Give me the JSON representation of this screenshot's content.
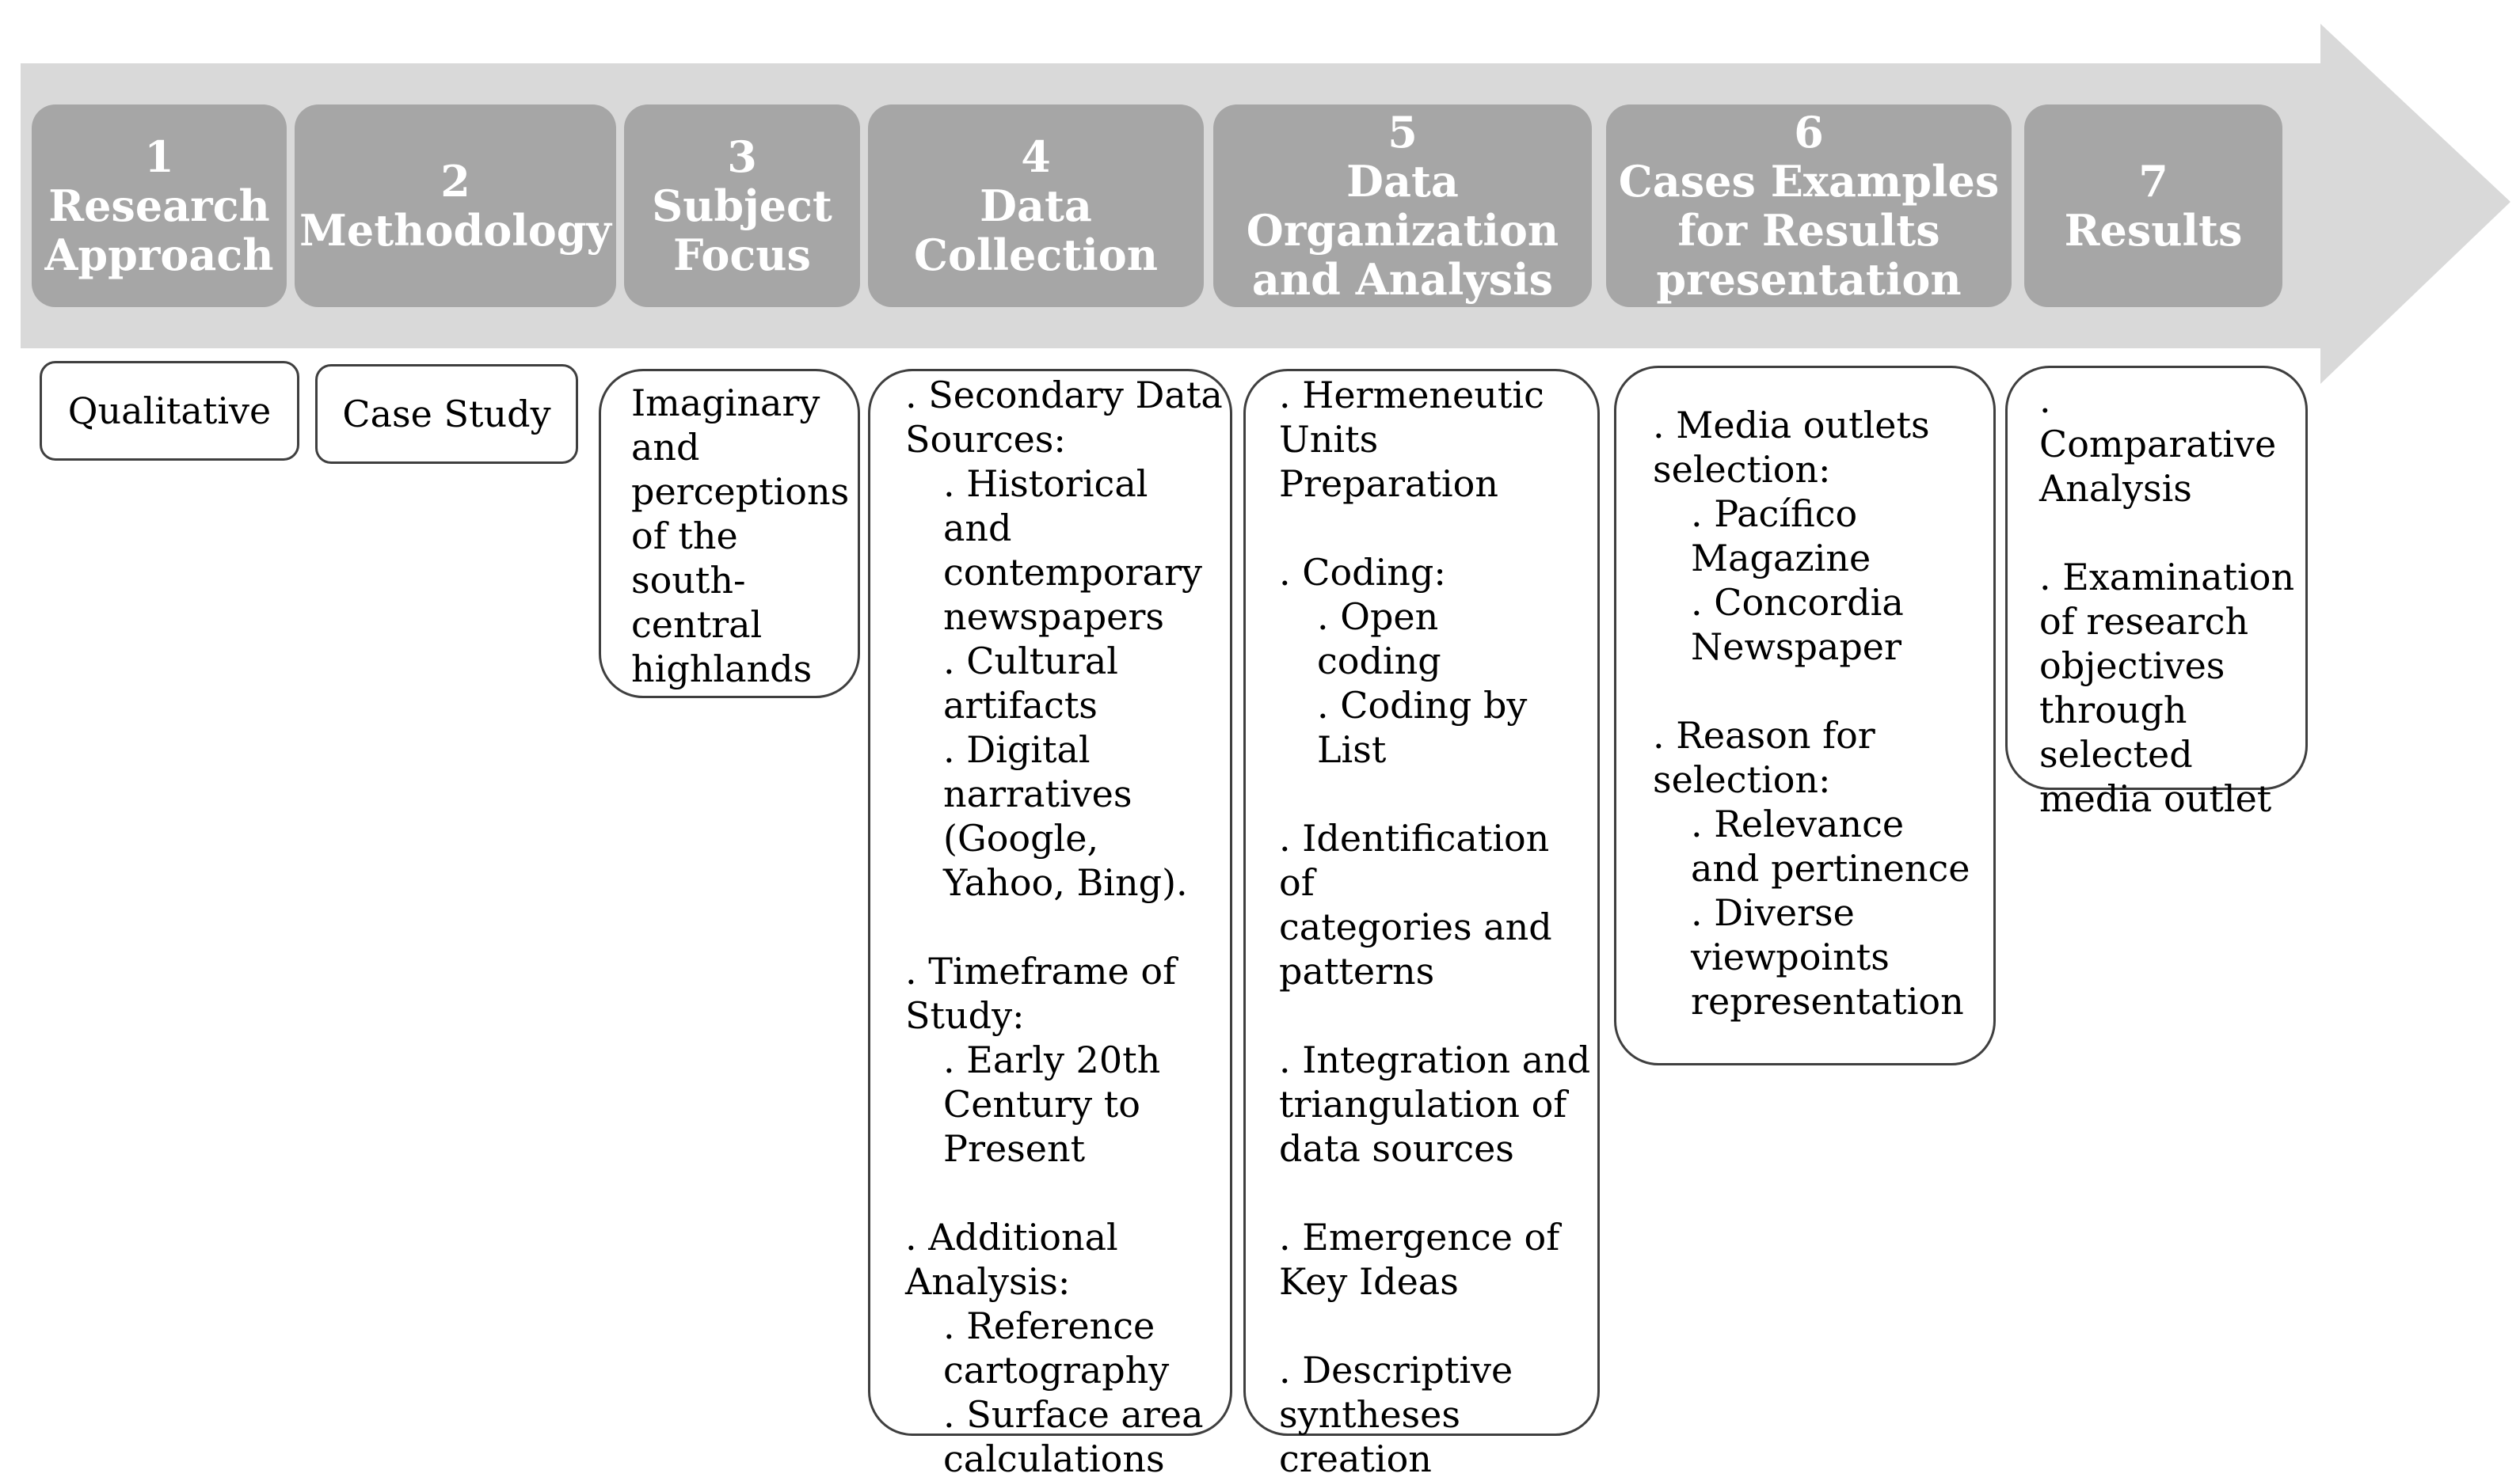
{
  "colors": {
    "arrow": "#d9d9d9",
    "step_fill": "#a6a6a6",
    "step_text": "#ffffff",
    "card_border": "#3f3f3f"
  },
  "steps": [
    {
      "num": "1",
      "title": "Research\nApproach"
    },
    {
      "num": "2",
      "title": "Methodology"
    },
    {
      "num": "3",
      "title": "Subject\nFocus"
    },
    {
      "num": "4",
      "title": "Data\nCollection"
    },
    {
      "num": "5",
      "title": "Data\nOrganization\nand Analysis"
    },
    {
      "num": "6",
      "title": "Cases Examples\nfor Results\npresentation"
    },
    {
      "num": "7",
      "title": "Results"
    }
  ],
  "cards": {
    "c1": {
      "text": "Qualitative"
    },
    "c2": {
      "text": "Case Study"
    },
    "c3": {
      "text": "Imaginary\nand\nperceptions\nof the\nsouth-\ncentral\nhighlands"
    },
    "c4": {
      "items": [
        {
          "head": ". Secondary Data\nSources:",
          "subs": [
            ". Historical and\ncontemporary\nnewspapers",
            ". Cultural\nartifacts",
            ". Digital\nnarratives\n(Google,\nYahoo, Bing)."
          ]
        },
        {
          "head": ". Timeframe of\nStudy:",
          "subs": [
            ". Early 20th\nCentury to\nPresent"
          ]
        },
        {
          "head": ". Additional\nAnalysis:",
          "subs": [
            ". Reference\ncartography",
            ". Surface area\ncalculations"
          ]
        }
      ]
    },
    "c5": {
      "items": [
        {
          "head": ". Hermeneutic\nUnits\nPreparation",
          "subs": []
        },
        {
          "head": ". Coding:",
          "subs": [
            ". Open\ncoding",
            ". Coding by\nList"
          ]
        },
        {
          "head": ". Identification of\ncategories and\npatterns",
          "subs": []
        },
        {
          "head": ". Integration and\ntriangulation of\ndata sources",
          "subs": []
        },
        {
          "head": ". Emergence of\nKey Ideas",
          "subs": []
        },
        {
          "head": ". Descriptive\nsyntheses\ncreation",
          "subs": []
        }
      ]
    },
    "c6": {
      "items": [
        {
          "head": ". Media outlets\nselection:",
          "subs": [
            ". Pacífico\nMagazine",
            ". Concordia\nNewspaper"
          ]
        },
        {
          "head": ". Reason for\nselection:",
          "subs": [
            ". Relevance\nand pertinence",
            ". Diverse\nviewpoints\nrepresentation"
          ]
        }
      ]
    },
    "c7": {
      "items": [
        {
          "head": ". Comparative\nAnalysis",
          "subs": []
        },
        {
          "head": ". Examination\nof research\nobjectives\nthrough\nselected\nmedia outlet",
          "subs": []
        }
      ]
    }
  }
}
